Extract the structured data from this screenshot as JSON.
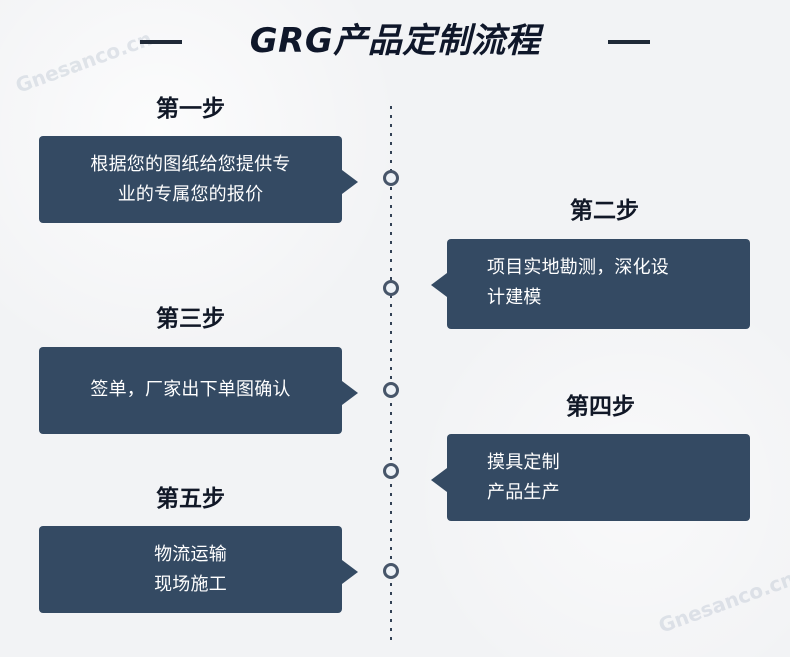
{
  "title": "GRG产品定制流程",
  "watermarks": [
    "Gnesanco.cn",
    "Gnesanco.cn"
  ],
  "steps": [
    {
      "label": "第一步",
      "lines": [
        "根据您的图纸给您提供专",
        "业的专属您的报价"
      ]
    },
    {
      "label": "第二步",
      "lines": [
        "项目实地勘测，深化设",
        "计建模"
      ]
    },
    {
      "label": "第三步",
      "lines": [
        "签单，厂家出下单图确认"
      ]
    },
    {
      "label": "第四步",
      "lines": [
        "摸具定制",
        "产品生产"
      ]
    },
    {
      "label": "第五步",
      "lines": [
        "物流运输",
        "现场施工"
      ]
    }
  ],
  "colors": {
    "card": "#344a63",
    "node_border": "#475569",
    "timeline": "#334155",
    "title": "#0f172a"
  }
}
